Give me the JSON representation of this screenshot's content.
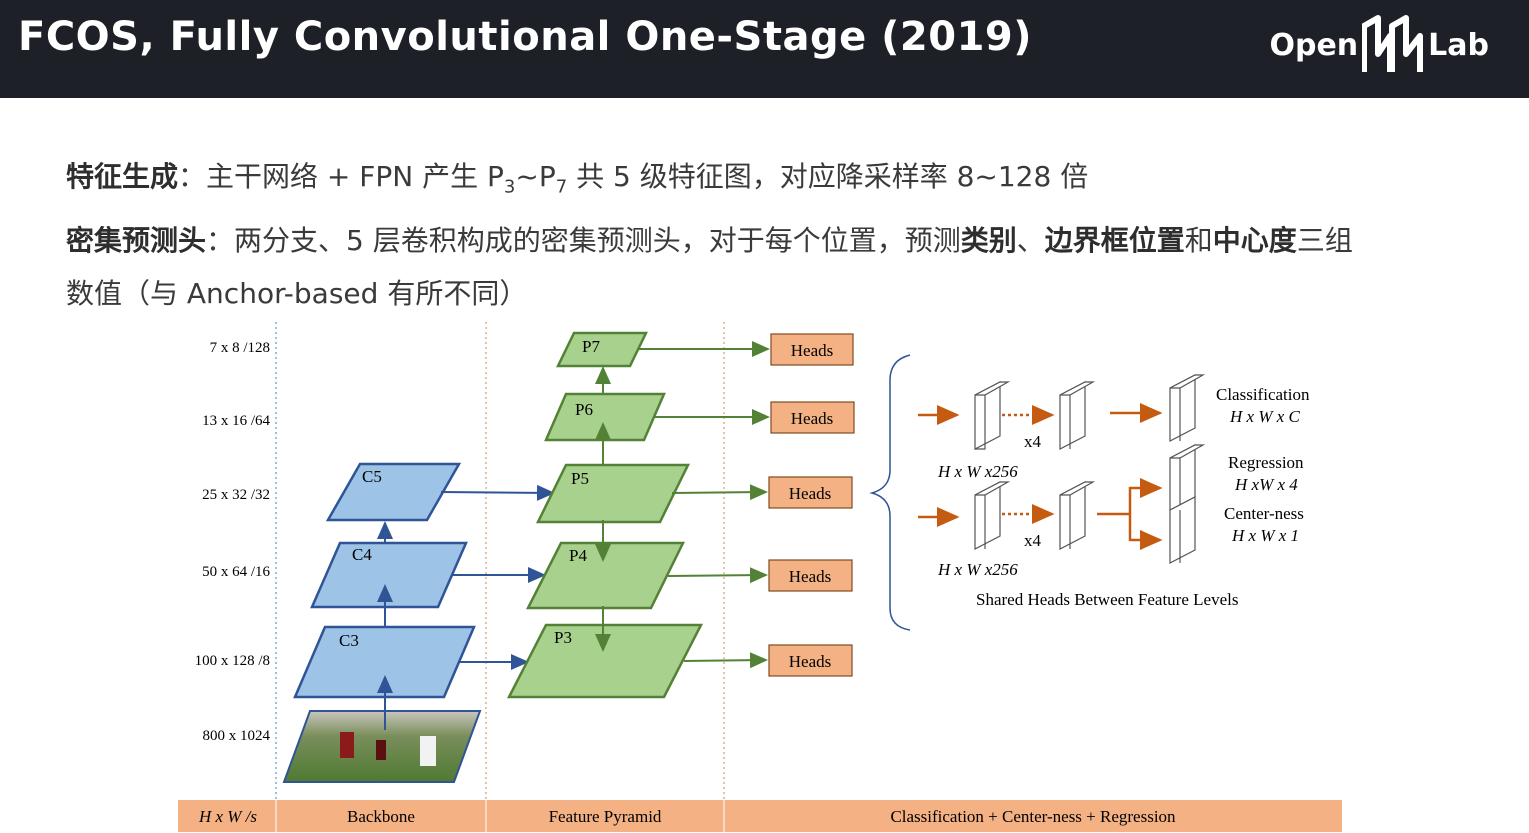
{
  "header": {
    "title": "FCOS, Fully Convolutional One-Stage (2019)",
    "logo_open": "Open",
    "logo_lab": "Lab"
  },
  "body_text": {
    "line1_bold": "特征生成",
    "line1_a": "：主干网络 + FPN 产生 P",
    "line1_sub1": "3",
    "line1_b": "~P",
    "line1_sub2": "7",
    "line1_c": " 共 5 级特征图，对应降采样率 8~128 倍",
    "line2_bold": "密集预测头",
    "line2_a": "：两分支、5 层卷积构成的密集预测头，对于每个位置，预测",
    "line2_b1": "类别",
    "line2_b": "、",
    "line2_b2": "边界框位置",
    "line2_c": "和",
    "line2_b3": "中心度",
    "line2_d": "三组",
    "line3": "数值（与 Anchor-based 有所不同）"
  },
  "diagram": {
    "scales": [
      "7 x 8 /128",
      "13 x 16 /64",
      "25 x 32 /32",
      "50 x 64 /16",
      "100 x 128 /8",
      "800 x 1024"
    ],
    "backbone": [
      "C5",
      "C4",
      "C3"
    ],
    "pyramid": [
      "P7",
      "P6",
      "P5",
      "P4",
      "P3"
    ],
    "head_label": "Heads",
    "x4": "x4",
    "hw256": "H x W x256",
    "classification": "Classification",
    "cls_shape": "H x W x C",
    "regression": "Regression",
    "reg_shape": "H xW x 4",
    "centerness": "Center-ness",
    "ctr_shape": "H x W x 1",
    "shared": "Shared Heads Between Feature Levels",
    "footer": {
      "hws": "H x W /s",
      "backbone": "Backbone",
      "pyramid": "Feature Pyramid",
      "heads": "Classification + Center-ness + Regression"
    }
  },
  "colors": {
    "header_bg": "#1e2027",
    "blue_fill": "#9dc3e6",
    "blue_stroke": "#2f5597",
    "green_fill": "#a9d18e",
    "green_stroke": "#538135",
    "orange": "#f4b183",
    "arrow_orange": "#c55a11"
  }
}
